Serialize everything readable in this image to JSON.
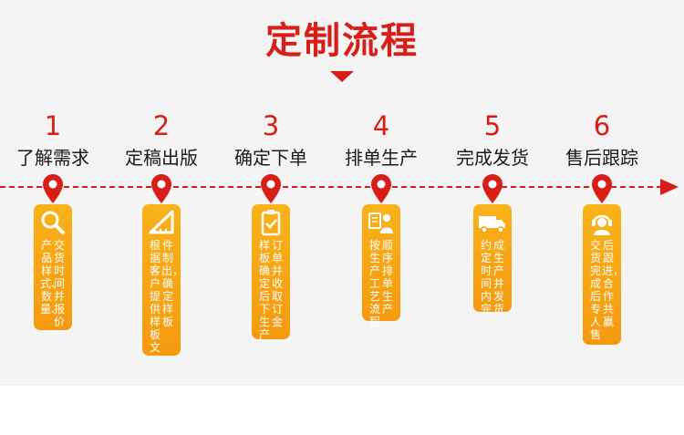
{
  "title": "定制流程",
  "steps": [
    {
      "num": "1",
      "label": "了解需求",
      "icon": "magnifier-icon",
      "cols": [
        "交货时间并报价",
        "产品样式、数量、"
      ]
    },
    {
      "num": "2",
      "label": "定稿出版",
      "icon": "ruler-triangle-icon",
      "cols": [
        "件制出，确定样板",
        "根据客户提供样板文"
      ]
    },
    {
      "num": "3",
      "label": "确定下单",
      "icon": "clipboard-check-icon",
      "cols": [
        "订单并收取订金",
        "样板确定后下生产"
      ]
    },
    {
      "num": "4",
      "label": "排单生产",
      "icon": "worker-icon",
      "cols": [
        "顺序排单生产",
        "按生产工艺流程"
      ]
    },
    {
      "num": "5",
      "label": "完成发货",
      "icon": "delivery-truck-icon",
      "cols": [
        "成生产并发货",
        "约定时间内完"
      ]
    },
    {
      "num": "6",
      "label": "售后跟踪",
      "icon": "customer-service-icon",
      "cols": [
        "后跟进，合作共赢",
        "交货完成后专人售"
      ]
    }
  ]
}
